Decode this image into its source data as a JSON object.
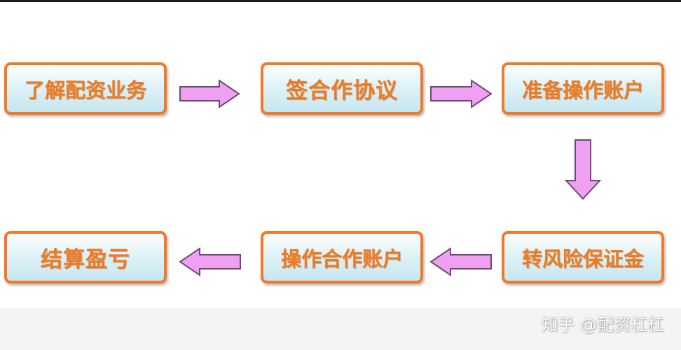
{
  "steps": [
    {
      "label": "了解配资业务"
    },
    {
      "label": "签合作协议"
    },
    {
      "label": "准备操作账户"
    },
    {
      "label": "转风险保证金"
    },
    {
      "label": "操作合作账户"
    },
    {
      "label": "结算盈亏"
    }
  ],
  "colors": {
    "box_border": "#f07a2a",
    "box_fill": "#d3ecf3",
    "text": "#f07a22",
    "arrow_fill": "#f0a0f0",
    "arrow_stroke": "#6a4a78"
  },
  "watermark": "知乎 @配资杠杠"
}
